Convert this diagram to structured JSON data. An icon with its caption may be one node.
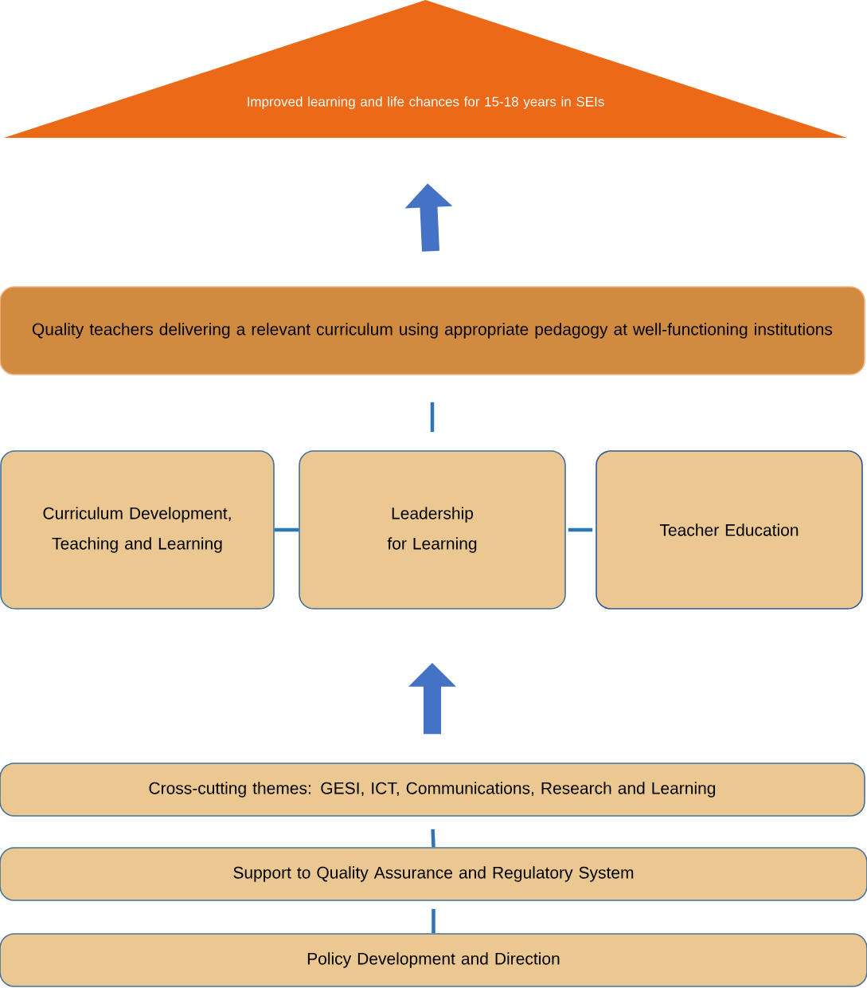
{
  "diagram": {
    "nodes": [
      {
        "text": [
          "Improved learning and life chances for 15-18 years in SEIs"
        ]
      },
      {
        "text": [
          "Quality teachers delivering a relevant curriculum using appropriate pedagogy at well-functioning institutions"
        ]
      },
      {
        "text": [
          "Curriculum Development, Teaching and Learning"
        ]
      },
      {
        "text": [
          "Leadership for Learning"
        ]
      },
      {
        "text": [
          "Teacher Education"
        ]
      },
      {
        "text": [
          "Cross-cutting themes: GESI, ICT, Communications, Research and Learning"
        ]
      },
      {
        "text": [
          "Support to Quality Assurance and Regulatory System"
        ]
      },
      {
        "text": [
          "Policy Development and Direction"
        ]
      }
    ],
    "edges": [
      {
        "from": 1,
        "to": 0,
        "arrow": "to",
        "style": "thick",
        "color": "#4472c4"
      },
      {
        "from": 1,
        "to": 3,
        "arrow": "none"
      },
      {
        "from": 2,
        "to": 3,
        "arrow": "none"
      },
      {
        "from": 3,
        "to": 4,
        "arrow": "none"
      },
      {
        "from": 5,
        "to": 3,
        "arrow": "to",
        "style": "thick",
        "color": "#4472c4"
      },
      {
        "from": 6,
        "to": 5,
        "arrow": "none"
      },
      {
        "from": 7,
        "to": 6,
        "arrow": "none"
      }
    ]
  }
}
